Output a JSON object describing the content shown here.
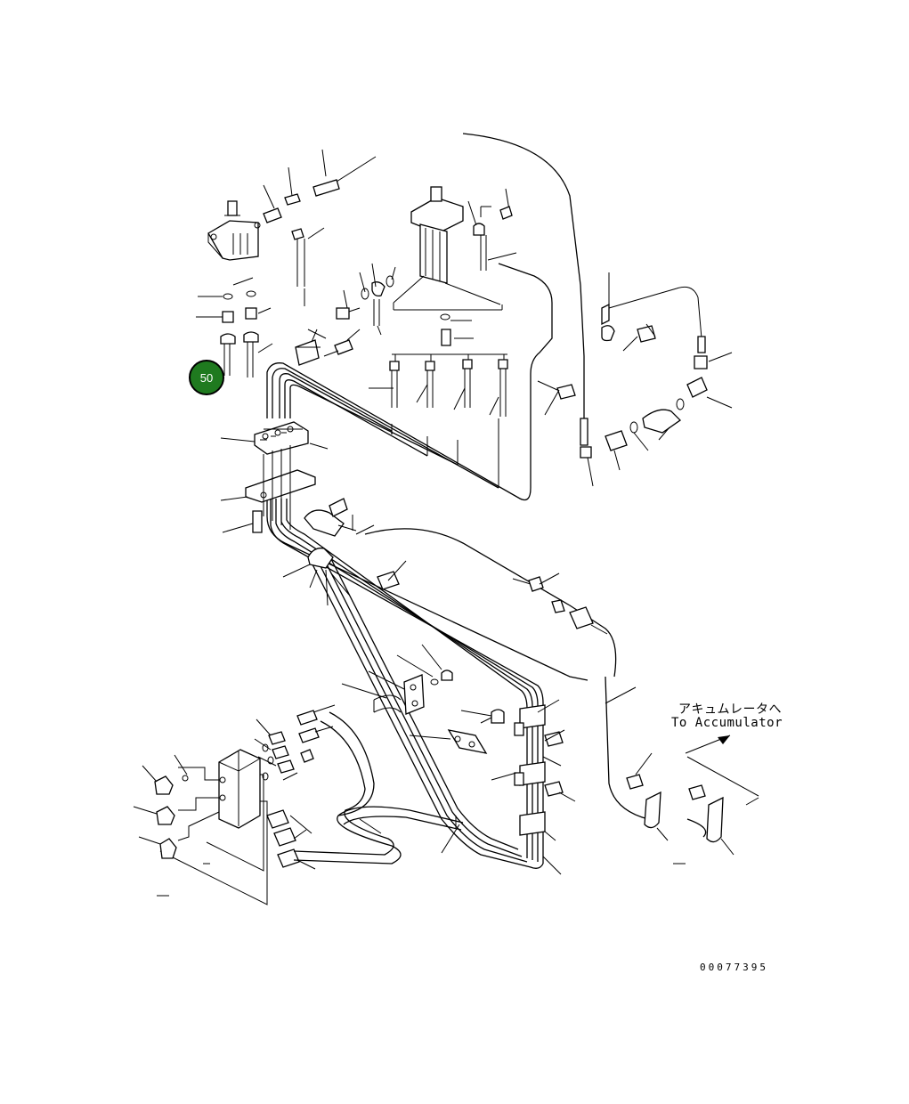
{
  "callouts": [
    {
      "number": "50",
      "color": "#1f7a1f",
      "border": "#000000"
    }
  ],
  "annotations": {
    "destination_jp": "アキュムレータへ",
    "destination_en": "To Accumulator"
  },
  "drawing_number": "00077395"
}
